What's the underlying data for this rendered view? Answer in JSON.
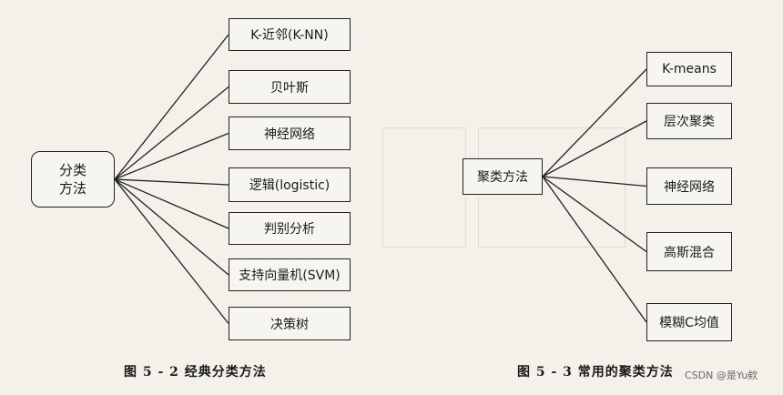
{
  "figure_left": {
    "root": [
      "分类",
      "方法"
    ],
    "leaves": [
      "K-近邻(K-NN)",
      "贝叶斯",
      "神经网络",
      "逻辑(logistic)",
      "判别分析",
      "支持向量机(SVM)",
      "决策树"
    ],
    "caption": "图 5 - 2    经典分类方法"
  },
  "figure_right": {
    "root": "聚类方法",
    "leaves": [
      "K-means",
      "层次聚类",
      "神经网络",
      "高斯混合",
      "模糊C均值"
    ],
    "caption": "图 5 - 3    常用的聚类方法"
  },
  "watermark": "CSDN @是Yu欸"
}
